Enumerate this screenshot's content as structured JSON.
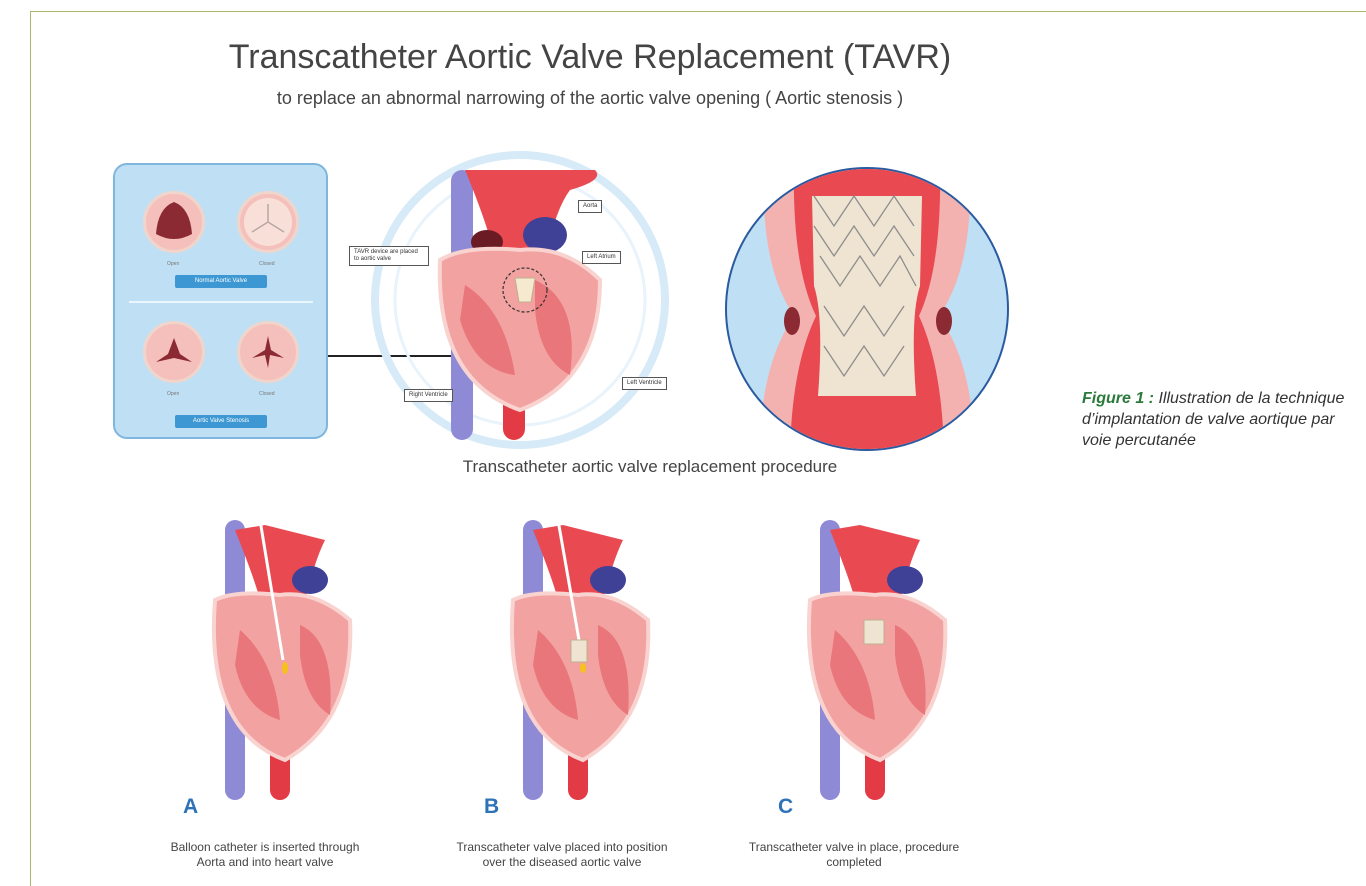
{
  "title": "Transcatheter Aortic Valve Replacement (TAVR)",
  "subtitle": "to replace an abnormal narrowing of the aortic valve opening ( Aortic stenosis )",
  "valve_panel": {
    "normal_label": "Normal Aortic Valve",
    "stenosis_label": "Aortic Valve Stenosis",
    "open": "Open",
    "closed": "Closed"
  },
  "heart_callouts": {
    "aorta": "Aorta",
    "left_atrium": "Left Atrium",
    "device": "TAVR device are placed to aortic valve",
    "right_ventricle": "Right Ventricle",
    "left_ventricle": "Left Ventricle"
  },
  "procedure_title": "Transcatheter aortic valve replacement procedure",
  "steps": [
    {
      "letter": "A",
      "caption_1": "Balloon catheter is inserted through",
      "caption_2": "Aorta and into heart valve"
    },
    {
      "letter": "B",
      "caption_1": "Transcatheter valve placed into position",
      "caption_2": "over the diseased aortic valve"
    },
    {
      "letter": "C",
      "caption_1": "Transcatheter valve in place, procedure",
      "caption_2": "completed"
    }
  ],
  "figure_caption": {
    "label": "Figure 1 :",
    "text": "Illustration de la technique d’implantation de valve aortique par voie percutanée"
  },
  "colors": {
    "frame": "#a9b86a",
    "step_letter": "#2e73b8",
    "panel_bg": "#bfe0f4",
    "pill": "#3d97d3",
    "figure_label": "#2a7a3c"
  }
}
